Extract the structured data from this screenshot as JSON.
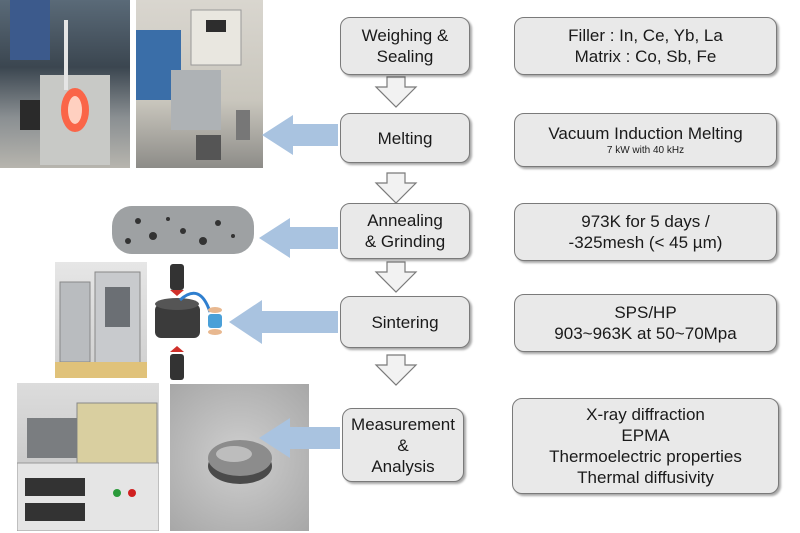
{
  "steps": [
    {
      "lines": [
        "Weighing &",
        "Sealing"
      ]
    },
    {
      "lines": [
        "Melting"
      ]
    },
    {
      "lines": [
        "Annealing",
        "& Grinding"
      ]
    },
    {
      "lines": [
        "Sintering"
      ]
    },
    {
      "lines": [
        "Measurement",
        "&",
        "Analysis"
      ]
    }
  ],
  "details": [
    {
      "lines": [
        "Filler : In, Ce, Yb, La",
        "Matrix : Co, Sb, Fe"
      ]
    },
    {
      "lines": [
        "Vacuum Induction Melting"
      ],
      "note": "7 kW with 40 kHz"
    },
    {
      "lines": [
        "973K for  5 days /",
        "-325mesh (< 45 µm)"
      ]
    },
    {
      "lines": [
        "SPS/HP",
        "903~963K at 50~70Mpa"
      ]
    },
    {
      "lines": [
        "X-ray diffraction",
        "EPMA",
        "Thermoelectric properties",
        "Thermal diffusivity"
      ]
    }
  ],
  "colors": {
    "box_fill": "#e9e9e9",
    "box_border": "#7a7a7a",
    "side_arrow": "#a9c3e0",
    "down_arrow_fill": "#f2f2f2"
  }
}
